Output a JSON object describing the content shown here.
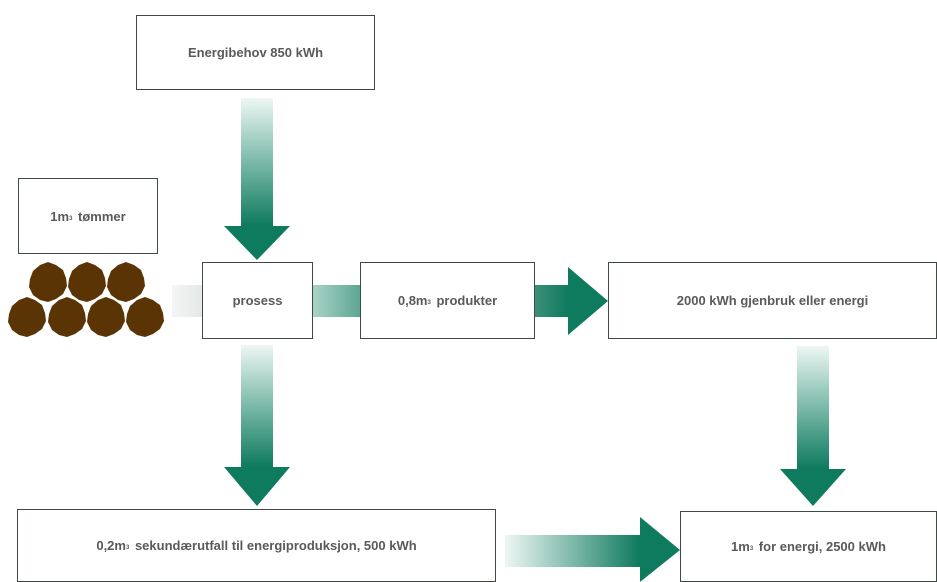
{
  "boxes": {
    "energy_demand": "Energibehov 850 kWh",
    "timber": {
      "prefix": "1m",
      "sup": "3",
      "suffix": " tømmer"
    },
    "process": "prosess",
    "products": {
      "prefix": "0,8m",
      "sup": "3",
      "suffix": " produkter"
    },
    "reuse": "2000 kWh gjenbruk eller energi",
    "secondary": {
      "prefix": "0,2m",
      "sup": "3",
      "suffix": " sekundærutfall til energiproduksjon, 500 kWh"
    },
    "energy": {
      "prefix": "1m",
      "sup": "3",
      "suffix": " for energi, 2500 kWh"
    }
  },
  "colors": {
    "arrow_dark": "#0e7a5e",
    "arrow_light": "#e6f3ef",
    "log_fill": "#5b3406",
    "border": "#3f4a45",
    "text": "#5a5a5a"
  },
  "icons": {
    "logs": "log-pile-icon"
  }
}
